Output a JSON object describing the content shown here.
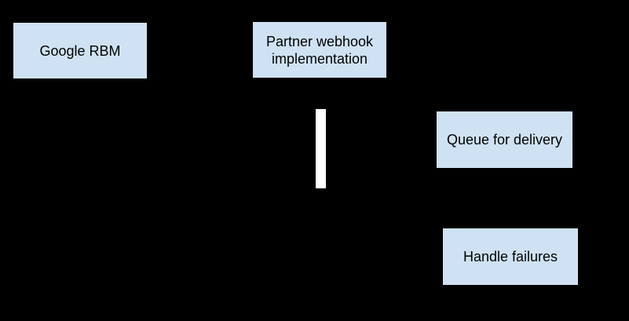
{
  "diagram": {
    "type": "sequence-diagram-fragment",
    "colors": {
      "background": "#000000",
      "node_fill": "#cfe2f3",
      "node_text": "#000000",
      "activation_bar": "#ffffff"
    },
    "nodes": [
      {
        "name": "google-rbm",
        "label": "Google RBM"
      },
      {
        "name": "partner-webhook-implementation",
        "label": "Partner webhook implementation"
      },
      {
        "name": "queue-for-delivery",
        "label": "Queue for delivery"
      },
      {
        "name": "handle-failures",
        "label": "Handle failures"
      }
    ]
  }
}
